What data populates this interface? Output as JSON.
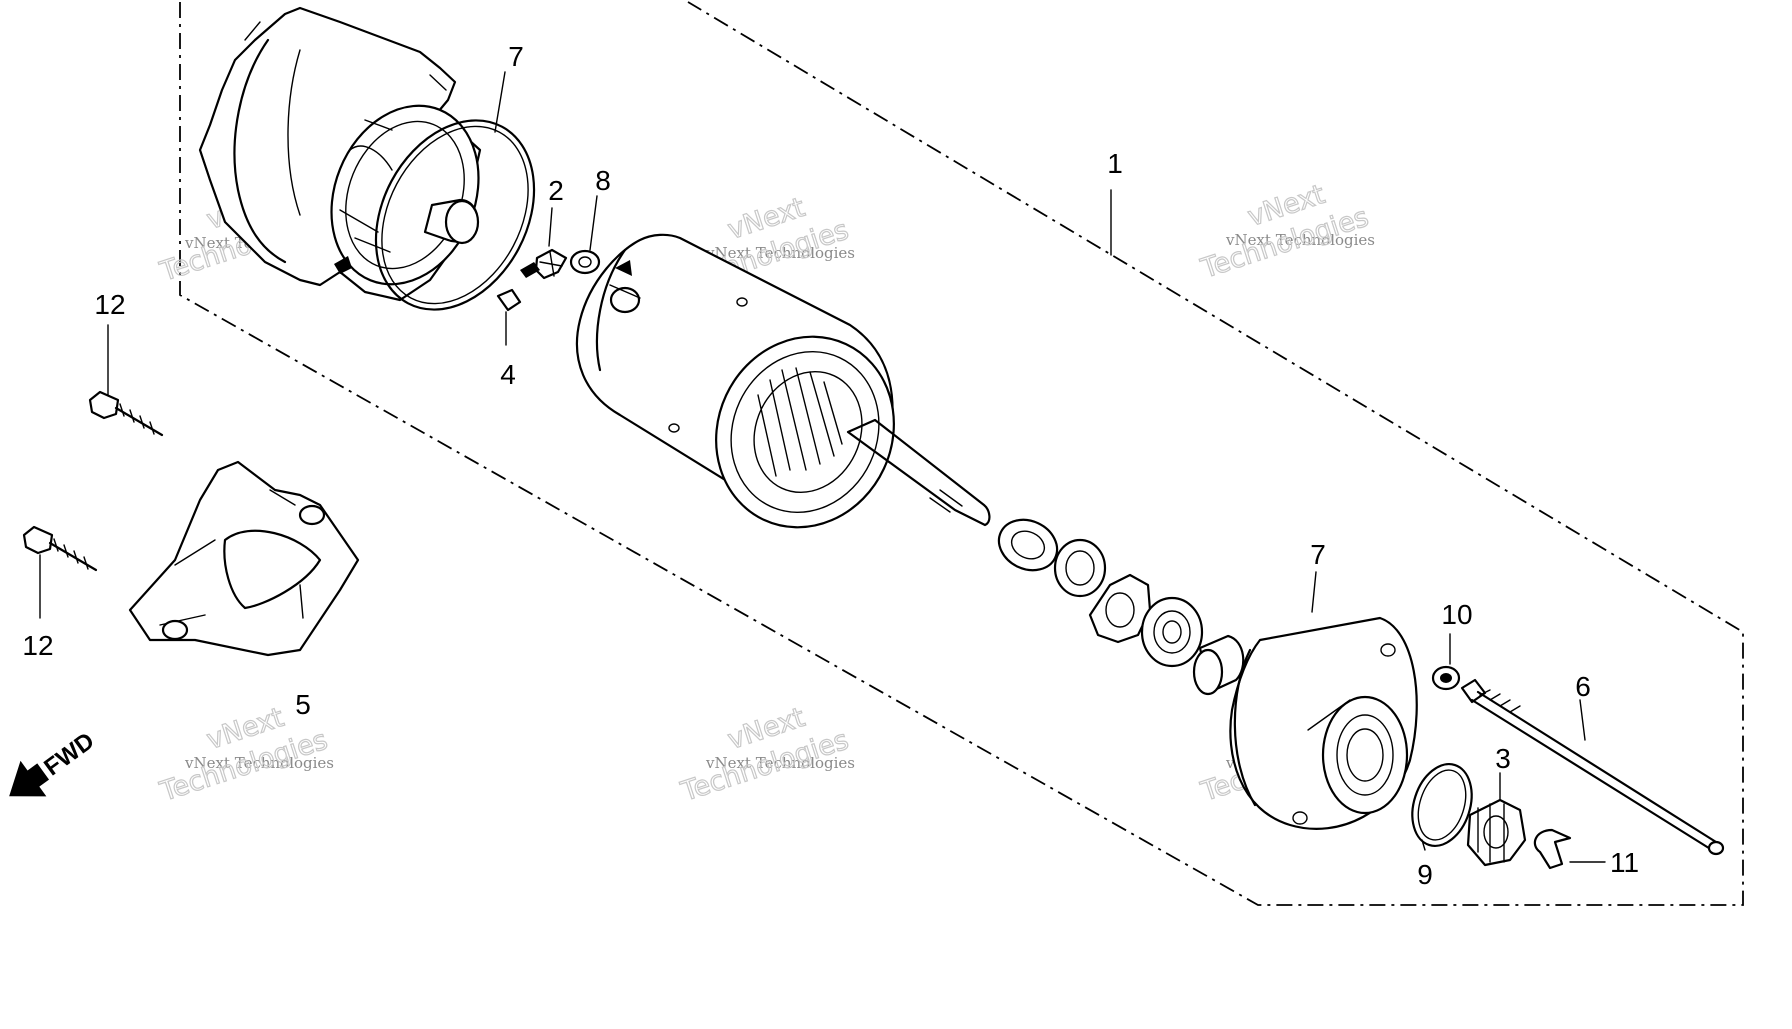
{
  "callouts": {
    "c1": "1",
    "c2": "2",
    "c3": "3",
    "c4": "4",
    "c5": "5",
    "c6": "6",
    "c7a": "7",
    "c7b": "7",
    "c8": "8",
    "c9": "9",
    "c10": "10",
    "c11": "11",
    "c12a": "12",
    "c12b": "12"
  },
  "watermark": {
    "small": "vNext Technologies",
    "big_line1": "vNext",
    "big_line2": "Technologies"
  },
  "direction_label": "FWD"
}
